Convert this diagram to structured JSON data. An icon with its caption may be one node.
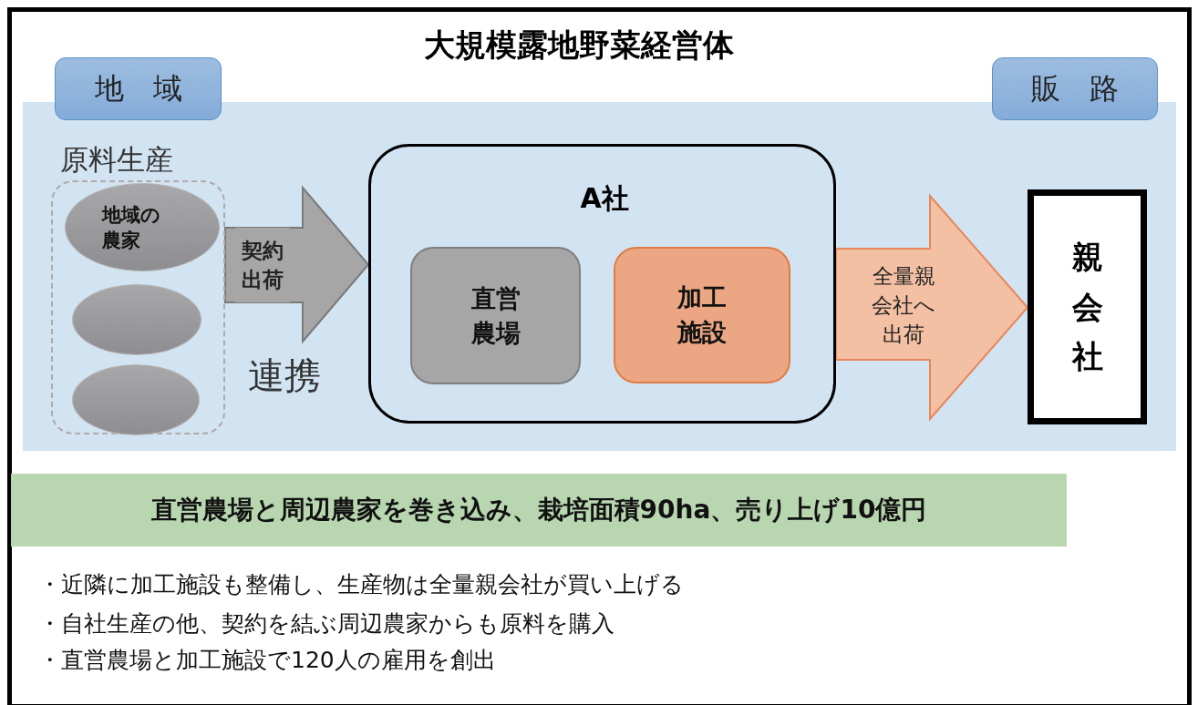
{
  "diagram": {
    "title": "大規模露地野菜経営体",
    "nodes": [
      {
        "text": [
          "地　域"
        ]
      },
      {
        "text": [
          "販　路"
        ]
      },
      {
        "text": [
          "原料生産"
        ]
      },
      {
        "text": [
          "地域の農家"
        ],
        "in": 2
      },
      {
        "text": [],
        "shape": "ellipse",
        "in": 2
      },
      {
        "text": [],
        "shape": "ellipse",
        "in": 2
      },
      {
        "text": [
          "A社"
        ]
      },
      {
        "text": [
          "直営農場"
        ],
        "in": 6
      },
      {
        "text": [
          "加工施設"
        ],
        "in": 6
      },
      {
        "text": [
          "親会社"
        ]
      },
      {
        "text": [
          "直営農場と周辺農家を巻き込み、栽培面積90ha、売り上げ10億円"
        ]
      }
    ],
    "edges": [
      {
        "from": 2,
        "to": 6,
        "arrow": "to",
        "label": "契約出荷",
        "color": "#a6a6a6"
      },
      {
        "from": 6,
        "to": 9,
        "arrow": "to",
        "label": "全量親会社へ出荷",
        "color": "#f4c0a4"
      }
    ],
    "labels": [
      "連携",
      "・近隣に加工施設も整備し、生産物は全量親会社が買い上げる",
      "・自社生産の他、契約を結ぶ周辺農家からも原料を購入",
      "・直営農場と加工施設で120人の雇用を創出"
    ]
  }
}
